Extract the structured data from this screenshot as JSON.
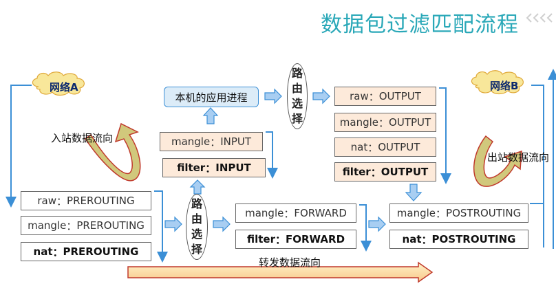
{
  "title": "数据包过滤匹配流程",
  "networks": {
    "a": "网络A",
    "b": "网络B"
  },
  "flows": {
    "inbound": "入站数据流向",
    "outbound": "出站数据流向",
    "forward": "转发数据流向"
  },
  "routing": [
    "路",
    "由",
    "选",
    "择"
  ],
  "local_process": "本机的应用进程",
  "prerouting": [
    {
      "table": "raw",
      "chain": "PREROUTING"
    },
    {
      "table": "mangle",
      "chain": "PREROUTING"
    },
    {
      "table": "nat",
      "chain": "PREROUTING"
    }
  ],
  "input": [
    {
      "table": "mangle",
      "chain": "INPUT"
    },
    {
      "table": "filter",
      "chain": "INPUT"
    }
  ],
  "forward": [
    {
      "table": "mangle",
      "chain": "FORWARD"
    },
    {
      "table": "filter",
      "chain": "FORWARD"
    }
  ],
  "output": [
    {
      "table": "raw",
      "chain": "OUTPUT"
    },
    {
      "table": "mangle",
      "chain": "OUTPUT"
    },
    {
      "table": "nat",
      "chain": "OUTPUT"
    },
    {
      "table": "filter",
      "chain": "OUTPUT"
    }
  ],
  "postrouting": [
    {
      "table": "mangle",
      "chain": "POSTROUTING"
    },
    {
      "table": "nat",
      "chain": "POSTROUTING"
    }
  ],
  "separator": "：",
  "colors": {
    "line": "#3b8fd6",
    "title": "#2aa8b8",
    "cloud": "#f8e79a",
    "arrow_fill": "#fcd9a8",
    "arrow_stroke": "#c0392b",
    "curved_fill": "#d1c87c"
  }
}
